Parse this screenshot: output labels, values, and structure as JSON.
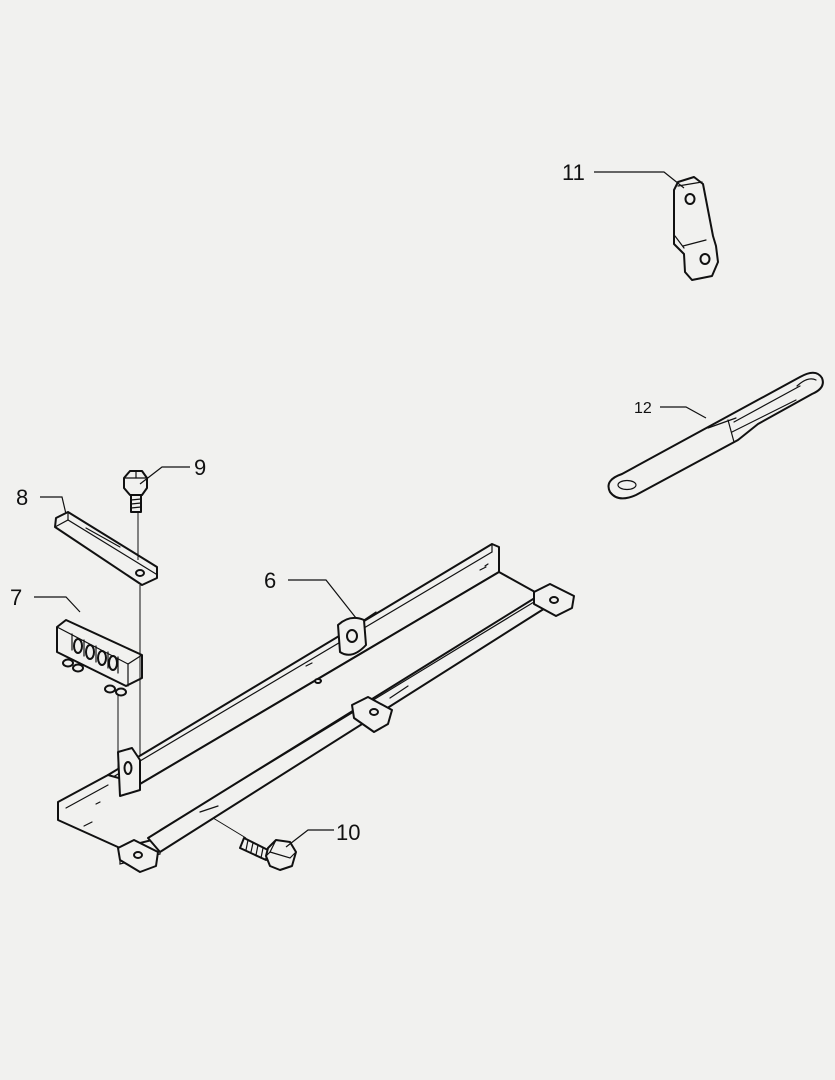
{
  "callouts": {
    "c6": "6",
    "c7": "7",
    "c8": "8",
    "c9": "9",
    "c10": "10",
    "c11": "11",
    "c12": "12"
  },
  "colors": {
    "ink": "#111111",
    "paper": "#f1f1ef"
  }
}
